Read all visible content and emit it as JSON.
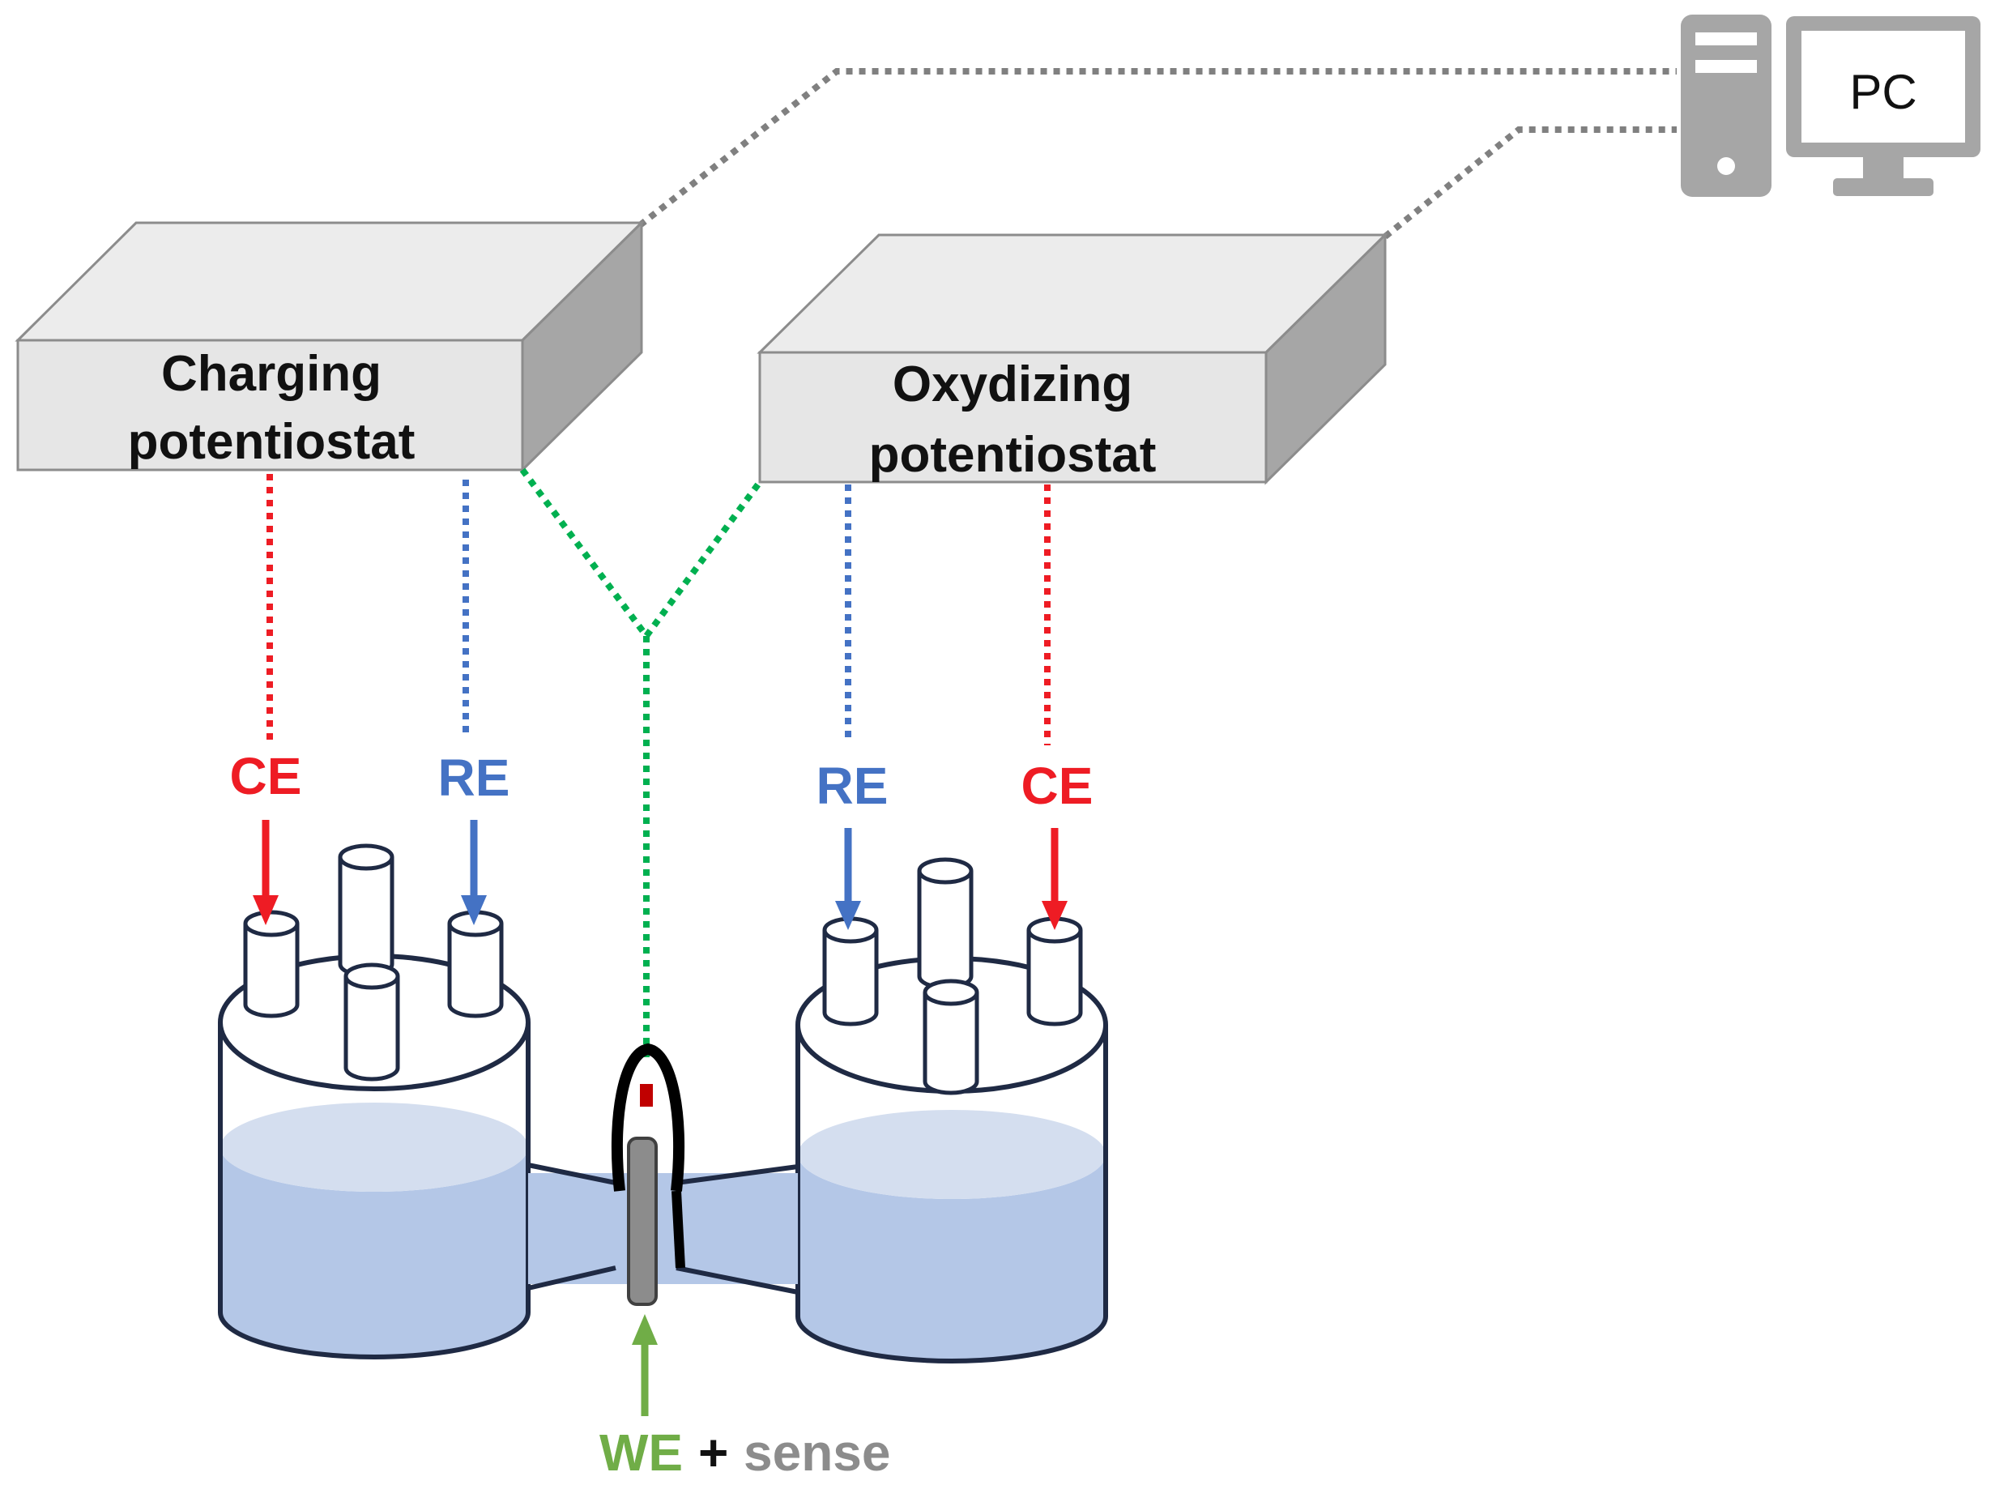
{
  "potentiostats": {
    "charging": {
      "line1": "Charging",
      "line2": "potentiostat"
    },
    "oxidizing": {
      "line1": "Oxydizing",
      "line2": "potentiostat"
    }
  },
  "computer": {
    "label": "PC",
    "icon": "desktop-computer-icon"
  },
  "leads": {
    "left_ce": "CE",
    "left_re": "RE",
    "right_re": "RE",
    "right_ce": "CE",
    "we": "WE",
    "plus": "+",
    "sense": "sense"
  },
  "colors": {
    "ce": "#ee1c24",
    "re": "#4472c4",
    "we": "#00b050",
    "we_label": "#70ad47",
    "cable": "#808080",
    "box_face": "#e6e6e6",
    "box_top": "#ececec",
    "box_side": "#a6a6a6",
    "electrolyte_light": "#d4deef",
    "electrolyte": "#b4c7e7",
    "glass_outline": "#1f2a44",
    "computer": "#a6a6a6"
  }
}
